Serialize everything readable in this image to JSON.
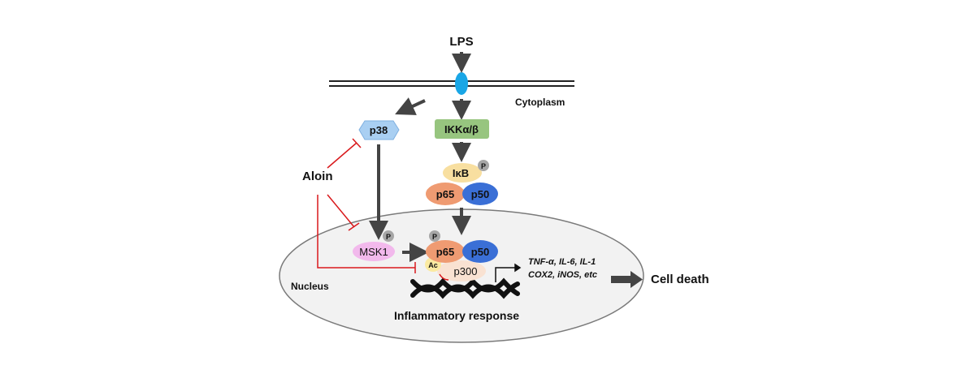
{
  "diagram": {
    "lps": "LPS",
    "cytoplasm": "Cytoplasm",
    "nucleus": "Nucleus",
    "p38": "p38",
    "ikk": "IKKα/β",
    "ikb": "IκB",
    "p65": "p65",
    "p50": "p50",
    "phospho": "P",
    "aloin": "Aloin",
    "msk1": "MSK1",
    "p300": "p300",
    "ac": "Ac",
    "genes_line1": "TNF-α, IL-6, IL-1",
    "genes_line2": "COX2, iNOS, etc",
    "cell_death": "Cell death",
    "inflammatory_response": "Inflammatory response"
  },
  "colors": {
    "receptor": "#19a6e6",
    "p38": "#a9cff2",
    "ikk": "#97c57f",
    "ikb": "#f8dfa0",
    "p65": "#ef9b72",
    "p50": "#3a6fd6",
    "msk1": "#f2b9ec",
    "p300": "#f9e2d2",
    "ac": "#fbeaa1",
    "phospho": "#a6a6a6",
    "inhibition": "#d9191c",
    "arrow": "#444444"
  }
}
